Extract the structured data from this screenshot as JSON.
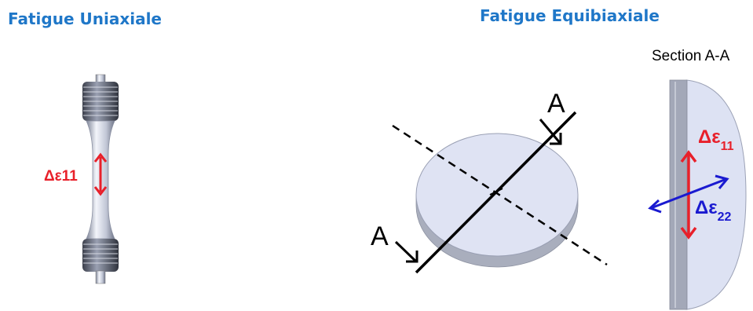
{
  "titles": {
    "uniaxial": "Fatigue Uniaxiale",
    "equibiaxial": "Fatigue Equibiaxiale"
  },
  "section_label": "Section A-A",
  "cut_label_top": "A",
  "cut_label_bottom": "A",
  "uniaxial_strain": "Δε11",
  "equi_strain_11": {
    "symbol": "Δε",
    "subscript": "11"
  },
  "equi_strain_22": {
    "symbol": "Δε",
    "subscript": "22"
  },
  "colors": {
    "title": "#1f77c8",
    "strain_red": "#e8202a",
    "strain_blue": "#1a1ad0",
    "specimen_fill": "#d5dcf2",
    "specimen_edge": "#888fa8"
  }
}
